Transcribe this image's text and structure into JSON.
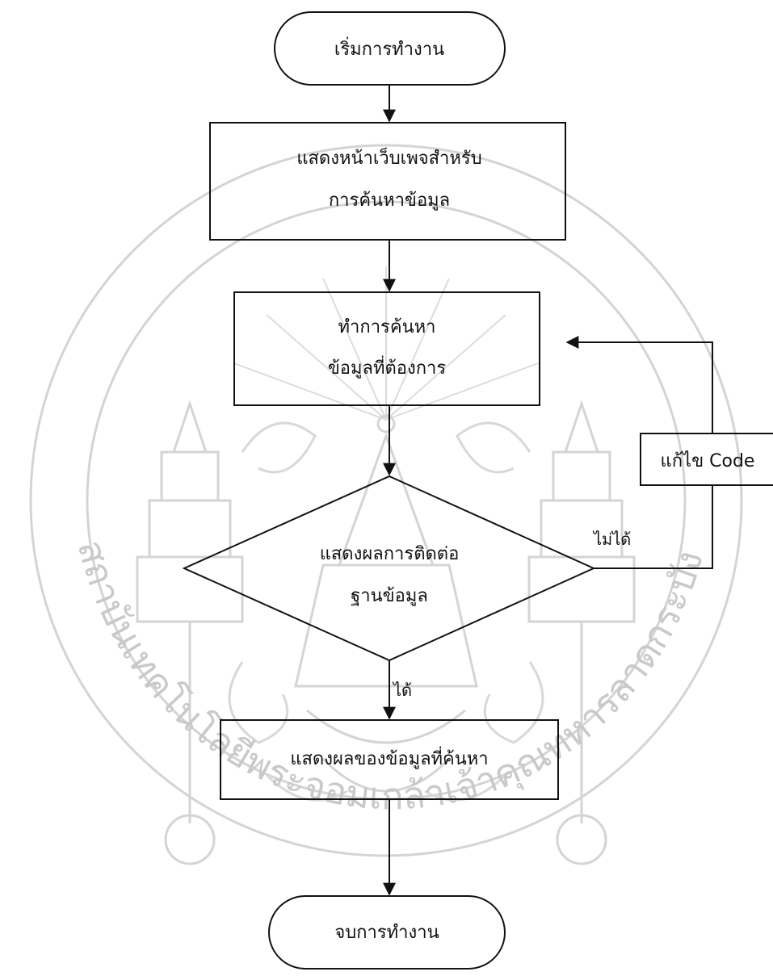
{
  "colors": {
    "ink": "#111111",
    "watermark": "#cccccc",
    "background": "#ffffff"
  },
  "nodes": {
    "start": {
      "shape": "terminator",
      "text": "เริ่มการทำงาน"
    },
    "show_page": {
      "shape": "process",
      "line1": "แสดงหน้าเว็บเพจสำหรับ",
      "line2": "การค้นหาข้อมูล"
    },
    "search": {
      "shape": "process",
      "line1": "ทำการค้นหา",
      "line2": "ข้อมูลที่ต้องการ"
    },
    "decision": {
      "shape": "decision",
      "line1": "แสดงผลการติดต่อ",
      "line2": "ฐานข้อมูล"
    },
    "fix_code": {
      "shape": "process",
      "text": "แก้ไข Code"
    },
    "show_result": {
      "shape": "process",
      "text": "แสดงผลของข้อมูลที่ค้นหา"
    },
    "end": {
      "shape": "terminator",
      "text": "จบการทำงาน"
    }
  },
  "edges": {
    "no_label": "ไม่ได้",
    "yes_label": "ได้"
  },
  "watermark": {
    "seal_text": "สถาบันเทคโนโลยีพระจอมเกล้าเจ้าคุณทหารลาดกระบัง"
  }
}
